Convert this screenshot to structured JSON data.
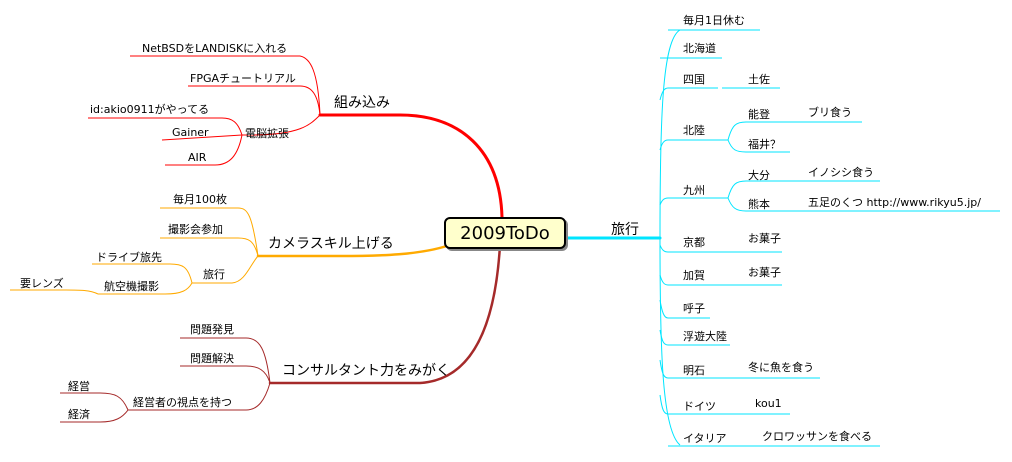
{
  "center": "2009ToDo",
  "colors": {
    "embedded": "#ff0000",
    "camera": "#ffaa00",
    "consult": "#a52a2a",
    "travel": "#00e5ff"
  },
  "left": {
    "embedded": {
      "label": "組み込み",
      "items": [
        "NetBSDをLANDISKに入れる",
        "FPGAチュートリアル"
      ],
      "sub": {
        "label": "電脳拡張",
        "items": [
          "id:akio0911がやってる",
          "Gainer",
          "AIR"
        ]
      }
    },
    "camera": {
      "label": "カメラスキル上げる",
      "items": [
        "毎月100枚",
        "撮影会参加"
      ],
      "sub": {
        "label": "旅行",
        "items": [
          "ドライブ旅先",
          "航空機撮影"
        ],
        "leaf": "要レンズ"
      }
    },
    "consult": {
      "label": "コンサルタント力をみがく",
      "items": [
        "問題発見",
        "問題解決"
      ],
      "sub": {
        "label": "経営者の視点を持つ",
        "items": [
          "経営",
          "経済"
        ]
      }
    }
  },
  "travel": {
    "label": "旅行",
    "items": [
      {
        "label": "毎月1日休む"
      },
      {
        "label": "北海道"
      },
      {
        "label": "四国",
        "children": [
          {
            "label": "土佐"
          }
        ]
      },
      {
        "label": "北陸",
        "children": [
          {
            "label": "能登",
            "children": [
              "ブリ食う"
            ]
          },
          {
            "label": "福井？"
          }
        ]
      },
      {
        "label": "九州",
        "children": [
          {
            "label": "大分",
            "children": [
              "イノシシ食う"
            ]
          },
          {
            "label": "熊本",
            "children": [
              "五足のくつ http://www.rikyu5.jp/"
            ]
          }
        ]
      },
      {
        "label": "京都",
        "children": [
          {
            "label": "お菓子"
          }
        ]
      },
      {
        "label": "加賀",
        "children": [
          {
            "label": "お菓子"
          }
        ]
      },
      {
        "label": "呼子"
      },
      {
        "label": "浮遊大陸"
      },
      {
        "label": "明石",
        "children": [
          {
            "label": "冬に魚を食う"
          }
        ]
      },
      {
        "label": "ドイツ",
        "children": [
          {
            "label": "kou1"
          }
        ]
      },
      {
        "label": "イタリア",
        "children": [
          {
            "label": "クロワッサンを食べる"
          }
        ]
      }
    ]
  }
}
